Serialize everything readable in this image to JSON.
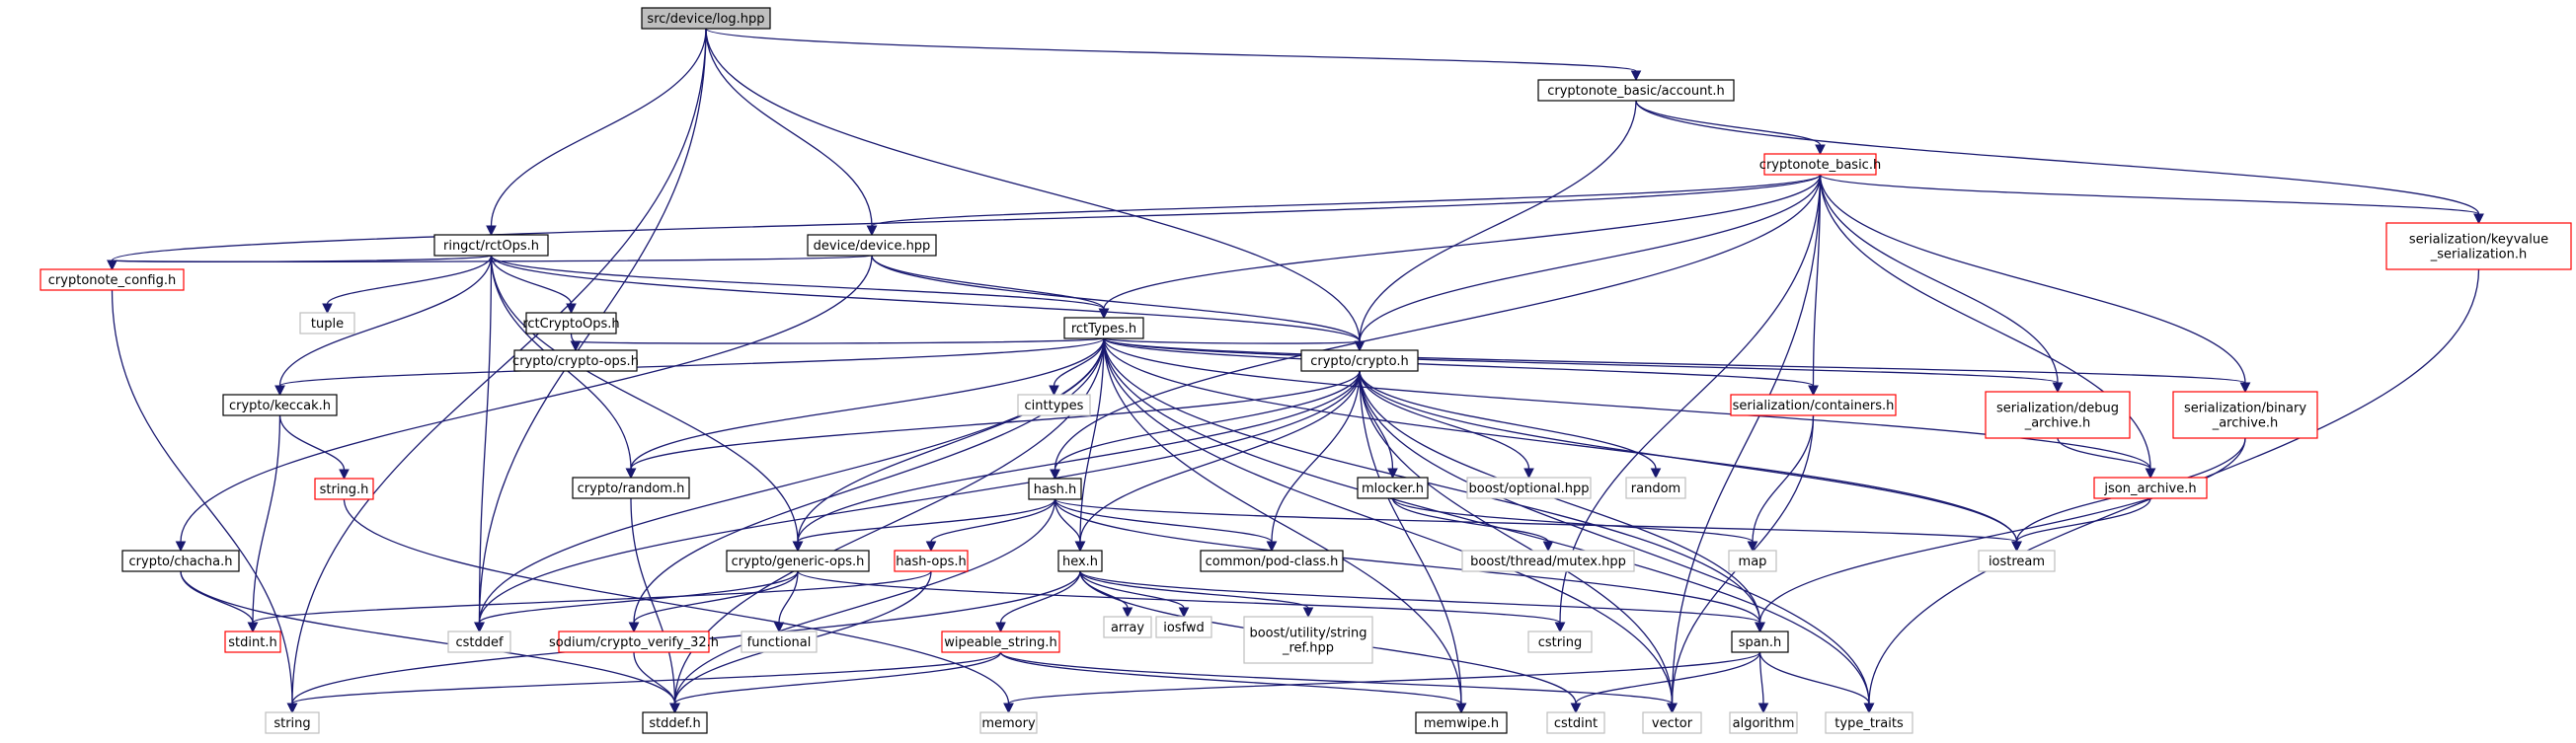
{
  "colors": {
    "edge": "#191970",
    "root_fill": "#bfbfbf",
    "normal_border": "#000000",
    "truncated_border": "#ff0000",
    "system_border": "#bfbfbf",
    "system_text": "#7f7f7f"
  },
  "nodes": [
    {
      "id": "root",
      "label": "src/device/log.hpp",
      "kind": "root"
    },
    {
      "id": "account",
      "label": "cryptonote_basic/account.h",
      "kind": "normal"
    },
    {
      "id": "cnbasic",
      "label": "cryptonote_basic.h",
      "kind": "truncated"
    },
    {
      "id": "keyvalue",
      "label": [
        "serialization/keyvalue",
        "_serialization.h"
      ],
      "kind": "truncated"
    },
    {
      "id": "rctops",
      "label": "ringct/rctOps.h",
      "kind": "normal"
    },
    {
      "id": "device",
      "label": "device/device.hpp",
      "kind": "normal"
    },
    {
      "id": "cnconfig",
      "label": "cryptonote_config.h",
      "kind": "truncated"
    },
    {
      "id": "tuple",
      "label": "tuple",
      "kind": "system"
    },
    {
      "id": "rctcryptoops",
      "label": "rctCryptoOps.h",
      "kind": "normal"
    },
    {
      "id": "rcttypes",
      "label": "rctTypes.h",
      "kind": "normal"
    },
    {
      "id": "cryptoops",
      "label": "crypto/crypto-ops.h",
      "kind": "normal"
    },
    {
      "id": "keccak",
      "label": "crypto/keccak.h",
      "kind": "normal"
    },
    {
      "id": "cinttypes",
      "label": "cinttypes",
      "kind": "system"
    },
    {
      "id": "cryptoh",
      "label": "crypto/crypto.h",
      "kind": "normal"
    },
    {
      "id": "sercontainers",
      "label": "serialization/containers.h",
      "kind": "truncated"
    },
    {
      "id": "serdebug",
      "label": [
        "serialization/debug",
        "_archive.h"
      ],
      "kind": "truncated"
    },
    {
      "id": "serbinary",
      "label": [
        "serialization/binary",
        "_archive.h"
      ],
      "kind": "truncated"
    },
    {
      "id": "stringh",
      "label": "string.h",
      "kind": "truncated"
    },
    {
      "id": "random",
      "label": "crypto/random.h",
      "kind": "normal"
    },
    {
      "id": "hashh",
      "label": "hash.h",
      "kind": "normal"
    },
    {
      "id": "mlocker",
      "label": "mlocker.h",
      "kind": "normal"
    },
    {
      "id": "boostopt",
      "label": "boost/optional.hpp",
      "kind": "system"
    },
    {
      "id": "randomsys",
      "label": "random",
      "kind": "system"
    },
    {
      "id": "jsonarchive",
      "label": "json_archive.h",
      "kind": "truncated"
    },
    {
      "id": "chacha",
      "label": "crypto/chacha.h",
      "kind": "normal"
    },
    {
      "id": "hashops",
      "label": "hash-ops.h",
      "kind": "truncated"
    },
    {
      "id": "genericops",
      "label": "crypto/generic-ops.h",
      "kind": "normal"
    },
    {
      "id": "hexh",
      "label": "hex.h",
      "kind": "normal"
    },
    {
      "id": "podclass",
      "label": "common/pod-class.h",
      "kind": "normal"
    },
    {
      "id": "mutex",
      "label": "boost/thread/mutex.hpp",
      "kind": "system"
    },
    {
      "id": "map",
      "label": "map",
      "kind": "system"
    },
    {
      "id": "iostream",
      "label": "iostream",
      "kind": "system"
    },
    {
      "id": "stdint",
      "label": "stdint.h",
      "kind": "truncated"
    },
    {
      "id": "cstddef",
      "label": "cstddef",
      "kind": "system"
    },
    {
      "id": "sodium",
      "label": "sodium/crypto_verify_32.h",
      "kind": "truncated"
    },
    {
      "id": "functional",
      "label": "functional",
      "kind": "system"
    },
    {
      "id": "wipeable",
      "label": "wipeable_string.h",
      "kind": "truncated"
    },
    {
      "id": "arraysys",
      "label": "array",
      "kind": "system"
    },
    {
      "id": "iosfwd",
      "label": "iosfwd",
      "kind": "system"
    },
    {
      "id": "stringref",
      "label": [
        "boost/utility/string",
        "_ref.hpp"
      ],
      "kind": "system"
    },
    {
      "id": "cstring",
      "label": "cstring",
      "kind": "system"
    },
    {
      "id": "span",
      "label": "span.h",
      "kind": "normal"
    },
    {
      "id": "stringsys",
      "label": "string",
      "kind": "system"
    },
    {
      "id": "stddef",
      "label": "stddef.h",
      "kind": "normal"
    },
    {
      "id": "memorysys",
      "label": "memory",
      "kind": "system"
    },
    {
      "id": "memwipe",
      "label": "memwipe.h",
      "kind": "normal"
    },
    {
      "id": "cstdint",
      "label": "cstdint",
      "kind": "system"
    },
    {
      "id": "vector",
      "label": "vector",
      "kind": "system"
    },
    {
      "id": "algorithm",
      "label": "algorithm",
      "kind": "system"
    },
    {
      "id": "typetraits",
      "label": "type_traits",
      "kind": "system"
    }
  ],
  "edges": [
    [
      "root",
      "account"
    ],
    [
      "root",
      "rctops"
    ],
    [
      "root",
      "device"
    ],
    [
      "root",
      "cryptoh"
    ],
    [
      "root",
      "cstddef"
    ],
    [
      "root",
      "stringsys"
    ],
    [
      "account",
      "cnbasic"
    ],
    [
      "account",
      "cryptoh"
    ],
    [
      "account",
      "keyvalue"
    ],
    [
      "cnbasic",
      "keyvalue"
    ],
    [
      "cnbasic",
      "cnconfig"
    ],
    [
      "cnbasic",
      "device"
    ],
    [
      "cnbasic",
      "rcttypes"
    ],
    [
      "cnbasic",
      "cryptoh"
    ],
    [
      "cnbasic",
      "hashh"
    ],
    [
      "cnbasic",
      "sercontainers"
    ],
    [
      "cnbasic",
      "serdebug"
    ],
    [
      "cnbasic",
      "serbinary"
    ],
    [
      "cnbasic",
      "jsonarchive"
    ],
    [
      "cnbasic",
      "cstring"
    ],
    [
      "cnbasic",
      "vector"
    ],
    [
      "keyvalue",
      "typetraits"
    ],
    [
      "rctops",
      "cnconfig"
    ],
    [
      "rctops",
      "tuple"
    ],
    [
      "rctops",
      "rctcryptoops"
    ],
    [
      "rctops",
      "rcttypes"
    ],
    [
      "rctops",
      "keccak"
    ],
    [
      "rctops",
      "random"
    ],
    [
      "rctops",
      "cryptoh"
    ],
    [
      "rctops",
      "genericops"
    ],
    [
      "rctops",
      "cstddef"
    ],
    [
      "device",
      "cnconfig"
    ],
    [
      "device",
      "rcttypes"
    ],
    [
      "device",
      "cryptoh"
    ],
    [
      "device",
      "chacha"
    ],
    [
      "rctcryptoops",
      "cryptoops"
    ],
    [
      "rcttypes",
      "cryptoops"
    ],
    [
      "rcttypes",
      "keccak"
    ],
    [
      "rcttypes",
      "cinttypes"
    ],
    [
      "rcttypes",
      "cryptoh"
    ],
    [
      "rcttypes",
      "sercontainers"
    ],
    [
      "rcttypes",
      "serdebug"
    ],
    [
      "rcttypes",
      "serbinary"
    ],
    [
      "rcttypes",
      "jsonarchive"
    ],
    [
      "rcttypes",
      "random"
    ],
    [
      "rcttypes",
      "genericops"
    ],
    [
      "rcttypes",
      "hexh"
    ],
    [
      "rcttypes",
      "sodium"
    ],
    [
      "rcttypes",
      "span"
    ],
    [
      "rcttypes",
      "memwipe"
    ],
    [
      "rcttypes",
      "vector"
    ],
    [
      "rcttypes",
      "iostream"
    ],
    [
      "rcttypes",
      "cstddef"
    ],
    [
      "rcttypes",
      "stddef"
    ],
    [
      "rcttypes",
      "typetraits"
    ],
    [
      "keccak",
      "stringh"
    ],
    [
      "keccak",
      "stdint"
    ],
    [
      "stringh",
      "memorysys"
    ],
    [
      "cnconfig",
      "stringsys"
    ],
    [
      "cryptoh",
      "random"
    ],
    [
      "cryptoh",
      "hashh"
    ],
    [
      "cryptoh",
      "mlocker"
    ],
    [
      "cryptoh",
      "boostopt"
    ],
    [
      "cryptoh",
      "randomsys"
    ],
    [
      "cryptoh",
      "genericops"
    ],
    [
      "cryptoh",
      "hexh"
    ],
    [
      "cryptoh",
      "podclass"
    ],
    [
      "cryptoh",
      "memwipe"
    ],
    [
      "cryptoh",
      "span"
    ],
    [
      "cryptoh",
      "iostream"
    ],
    [
      "cryptoh",
      "vector"
    ],
    [
      "cryptoh",
      "typetraits"
    ],
    [
      "cryptoh",
      "cstddef"
    ],
    [
      "sercontainers",
      "map"
    ],
    [
      "sercontainers",
      "vector"
    ],
    [
      "serdebug",
      "jsonarchive"
    ],
    [
      "serbinary",
      "iostream"
    ],
    [
      "serbinary",
      "span"
    ],
    [
      "jsonarchive",
      "iostream"
    ],
    [
      "random",
      "stddef"
    ],
    [
      "hashh",
      "hashops"
    ],
    [
      "hashh",
      "genericops"
    ],
    [
      "hashh",
      "hexh"
    ],
    [
      "hashh",
      "podclass"
    ],
    [
      "hashh",
      "iostream"
    ],
    [
      "hashh",
      "span"
    ],
    [
      "hashh",
      "stddef"
    ],
    [
      "mlocker",
      "mutex"
    ],
    [
      "mlocker",
      "map"
    ],
    [
      "chacha",
      "stdint"
    ],
    [
      "chacha",
      "stddef"
    ],
    [
      "hashops",
      "stdint"
    ],
    [
      "hashops",
      "stddef"
    ],
    [
      "genericops",
      "cstddef"
    ],
    [
      "genericops",
      "cstring"
    ],
    [
      "genericops",
      "functional"
    ],
    [
      "genericops",
      "sodium"
    ],
    [
      "sodium",
      "stddef"
    ],
    [
      "hexh",
      "wipeable"
    ],
    [
      "hexh",
      "arraysys"
    ],
    [
      "hexh",
      "iosfwd"
    ],
    [
      "hexh",
      "stringref"
    ],
    [
      "hexh",
      "span"
    ],
    [
      "hexh",
      "stringsys"
    ],
    [
      "hexh",
      "cstdint"
    ],
    [
      "wipeable",
      "stringsys"
    ],
    [
      "wipeable",
      "stddef"
    ],
    [
      "wipeable",
      "vector"
    ],
    [
      "wipeable",
      "memwipe"
    ],
    [
      "span",
      "memorysys"
    ],
    [
      "span",
      "cstdint"
    ],
    [
      "span",
      "algorithm"
    ],
    [
      "span",
      "typetraits"
    ]
  ]
}
